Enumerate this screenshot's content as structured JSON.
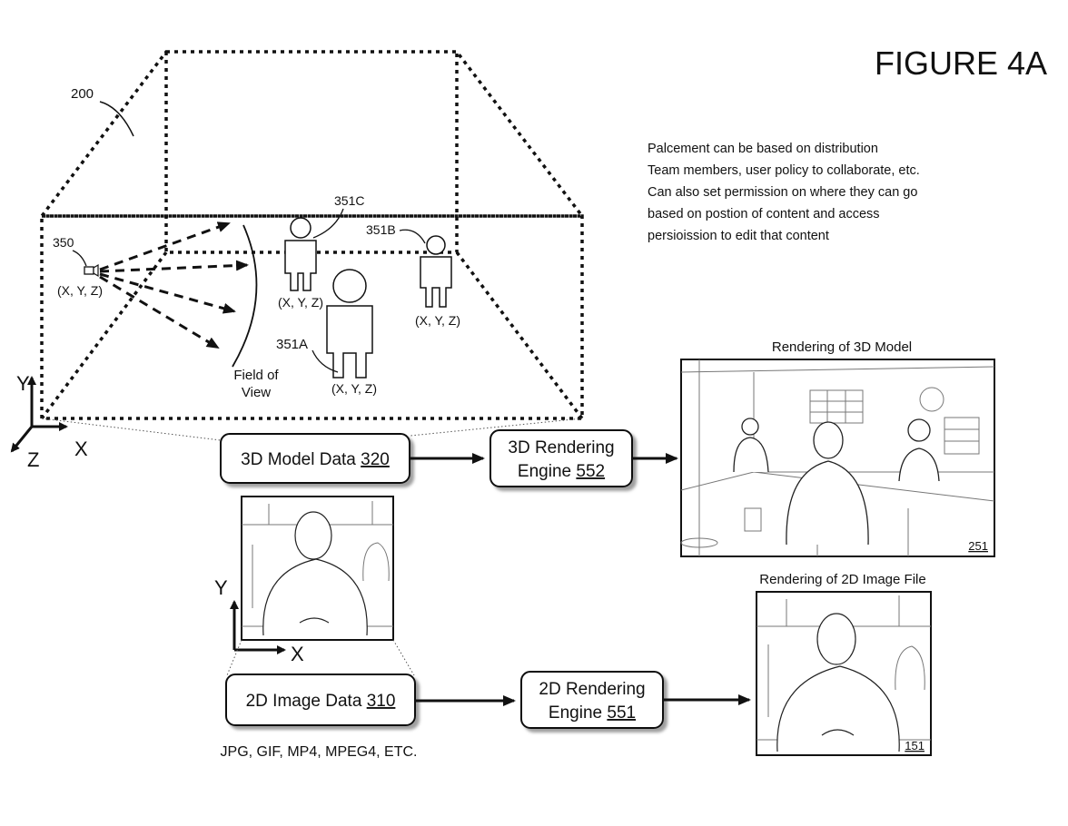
{
  "figure_title": "FIGURE 4A",
  "labels": {
    "scene": "200",
    "camera": "350",
    "camera_coords": "(X, Y, Z)",
    "person_a": "351A",
    "person_a_coords": "(X, Y, Z)",
    "person_b": "351B",
    "person_b_coords": "(X, Y, Z)",
    "person_c": "351C",
    "person_c_coords": "(X, Y, Z)",
    "fov_line1": "Field of",
    "fov_line2": "View"
  },
  "axes_3d": {
    "y": "Y",
    "x": "X",
    "z": "Z"
  },
  "axes_2d": {
    "y": "Y",
    "x": "X"
  },
  "note_lines": [
    "Palcement can be based on distribution",
    "Team members, user policy to collaborate, etc.",
    "Can also set permission on where they can go",
    "based on postion of content and access",
    "persioission to edit that content"
  ],
  "boxes": {
    "model_data": {
      "text": "3D Model Data ",
      "ref": "320"
    },
    "render_3d_line1": "3D Rendering",
    "render_3d_line2": {
      "text": "Engine ",
      "ref": "552"
    },
    "image_data": {
      "text": "2D Image Data ",
      "ref": "310"
    },
    "render_2d_line1": "2D Rendering",
    "render_2d_line2": {
      "text": "Engine ",
      "ref": "551"
    }
  },
  "renderings": {
    "model_title": "Rendering of 3D Model",
    "model_ref": "251",
    "image_title": "Rendering of 2D Image File",
    "image_ref": "151"
  },
  "formats": "JPG, GIF, MP4, MPEG4, ETC."
}
